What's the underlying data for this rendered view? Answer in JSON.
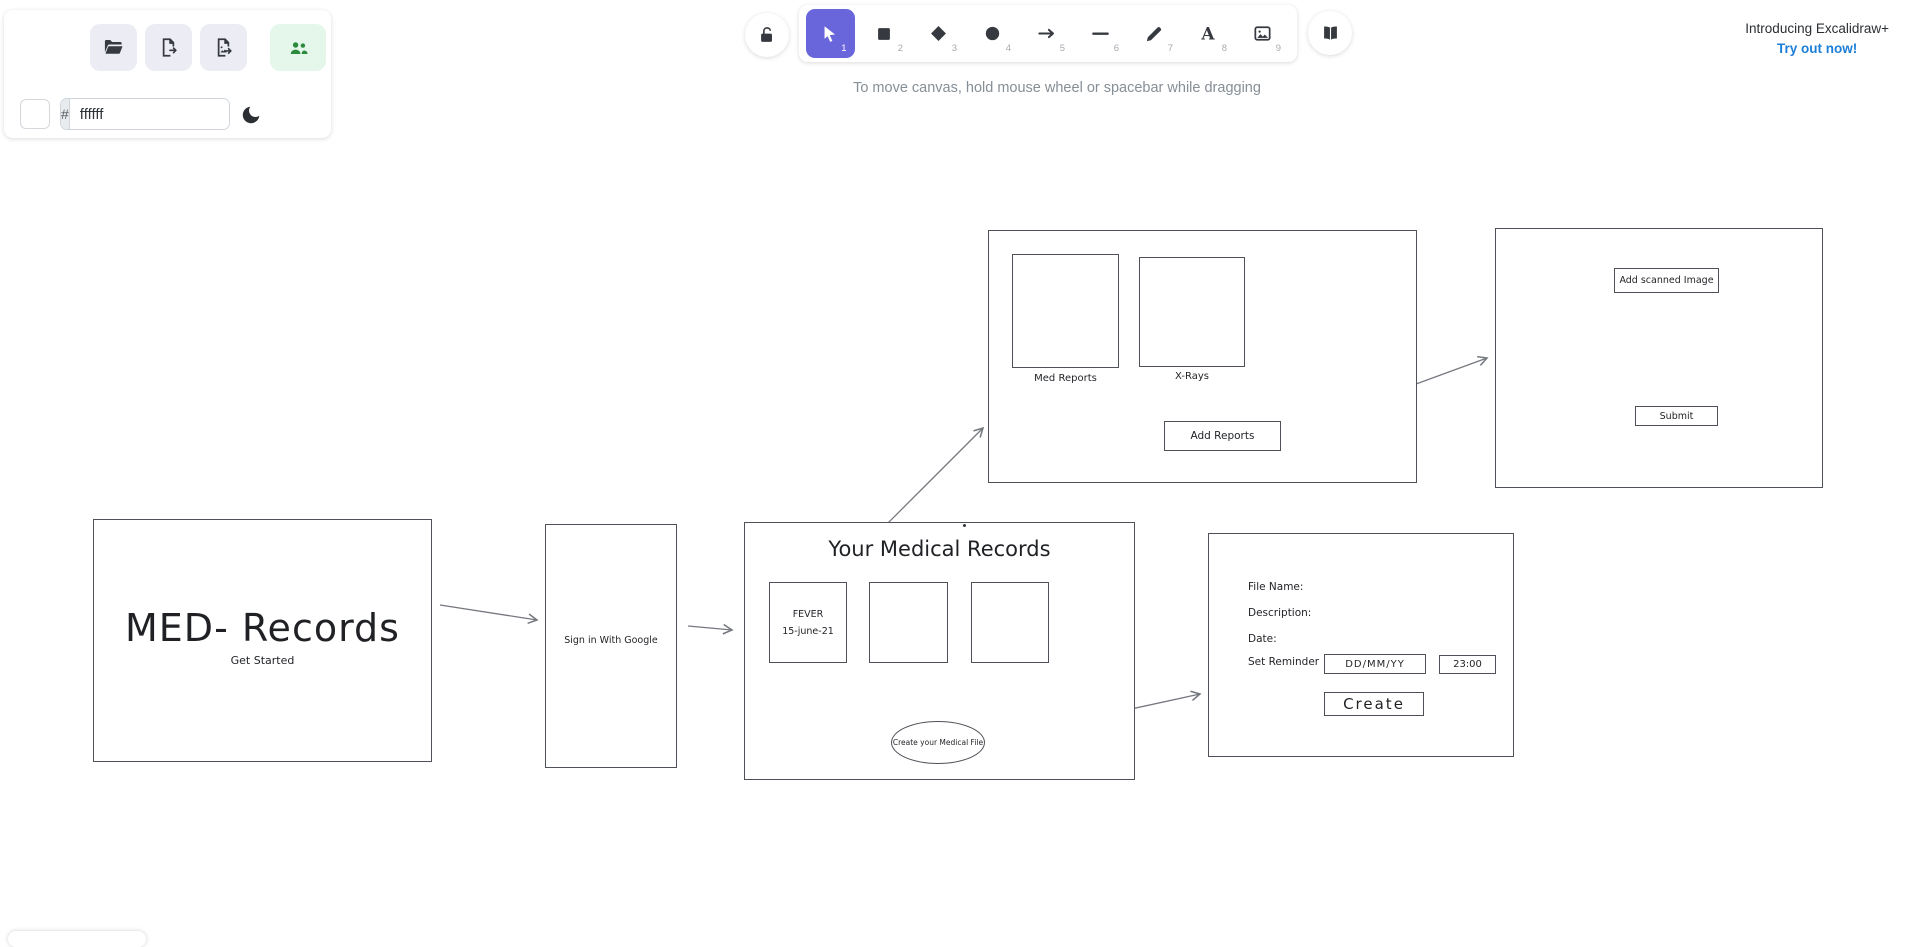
{
  "left_panel": {
    "buttons": [
      {
        "name": "open-file",
        "icon": "folder-open-icon"
      },
      {
        "name": "export-file",
        "icon": "file-export-icon"
      },
      {
        "name": "export-image",
        "icon": "image-export-icon"
      },
      {
        "name": "live-collaboration",
        "icon": "users-icon"
      }
    ],
    "canvas_color": {
      "hash": "#",
      "value": "ffffff",
      "swatch_color": "#ffffff"
    },
    "theme_toggle_icon": "moon-icon"
  },
  "toolbar": {
    "lock_icon": "unlock-icon",
    "library_icon": "book-icon",
    "tools": [
      {
        "name": "selection",
        "number": "1",
        "active": true
      },
      {
        "name": "rectangle",
        "number": "2",
        "active": false
      },
      {
        "name": "diamond",
        "number": "3",
        "active": false
      },
      {
        "name": "ellipse",
        "number": "4",
        "active": false
      },
      {
        "name": "arrow",
        "number": "5",
        "active": false
      },
      {
        "name": "line",
        "number": "6",
        "active": false
      },
      {
        "name": "draw",
        "number": "7",
        "active": false
      },
      {
        "name": "text",
        "number": "8",
        "active": false
      },
      {
        "name": "image",
        "number": "9",
        "active": false
      }
    ]
  },
  "hint": "To move canvas, hold mouse wheel or spacebar while dragging",
  "promo": {
    "line1": "Introducing Excalidraw+",
    "cta": "Try out now!"
  },
  "colors": {
    "accent": "#6965db",
    "link": "#1c7ed6",
    "collab_green": "#2b8a3e",
    "stroke": "#4e5157",
    "arrow": "#74787e"
  },
  "diagram": {
    "med_records": {
      "title": "MED- Records",
      "subtitle": "Get Started"
    },
    "sign_in": {
      "label": "Sign in With Google"
    },
    "medical_records": {
      "title": "Your Medical Records",
      "record_card": {
        "line1": "FEVER",
        "line2": "15-june-21"
      },
      "create_ellipse_label": "Create your Medical File"
    },
    "reports": {
      "med_label": "Med Reports",
      "xray_label": "X-Rays",
      "add_button": "Add Reports"
    },
    "scan": {
      "add_scanned_button": "Add scanned Image",
      "submit_button": "Submit"
    },
    "reminder_form": {
      "file_name_label": "File Name:",
      "description_label": "Description:",
      "date_label": "Date:",
      "reminder_label": "Set Reminder",
      "date_value": "DD/MM/YY",
      "time_value": "23:00",
      "create_button": "Create"
    }
  }
}
